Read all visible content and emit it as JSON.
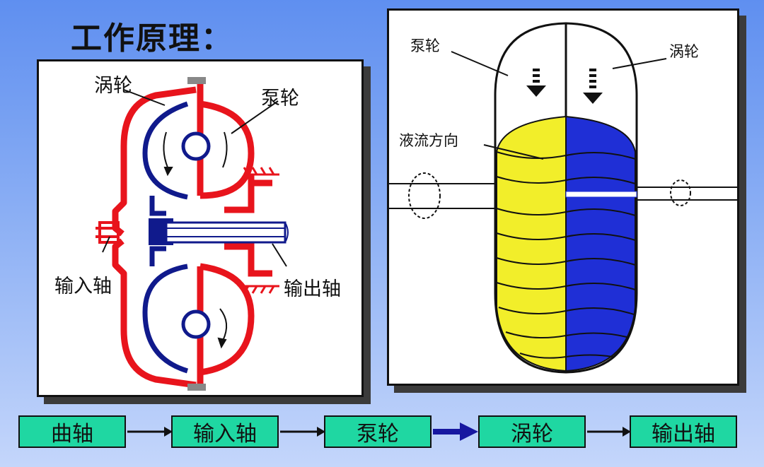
{
  "page": {
    "title": "工作原理："
  },
  "left_diagram": {
    "labels": {
      "turbine": "涡轮",
      "pump": "泵轮",
      "input_shaft": "输入轴",
      "output_shaft": "输出轴"
    },
    "colors": {
      "pump": "#e8141c",
      "turbine": "#101a8c"
    }
  },
  "right_diagram": {
    "labels": {
      "pump": "泵轮",
      "turbine": "涡轮",
      "fluid_direction": "液流方向"
    },
    "colors": {
      "pump_blades": "#f2ee2a",
      "turbine_blades": "#1f2fd6"
    }
  },
  "flow": {
    "steps": [
      "曲轴",
      "输入轴",
      "泵轮",
      "涡轮",
      "输出轴"
    ],
    "box_color": "#1fd7a2",
    "highlight_arrow_color": "#1717a0"
  }
}
